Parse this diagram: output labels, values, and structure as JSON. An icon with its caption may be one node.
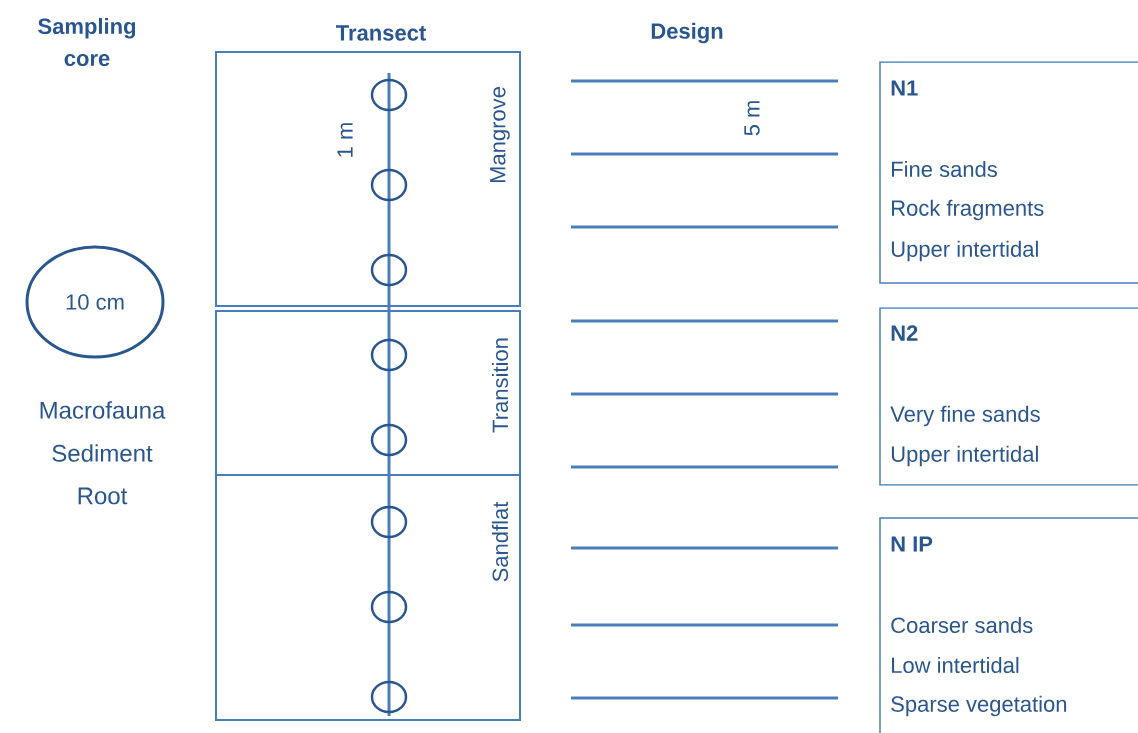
{
  "diagram": {
    "nodes": [
      {
        "text": [
          "Mangrove"
        ]
      },
      {
        "text": [
          "Transition"
        ]
      },
      {
        "text": [
          "Sandflat"
        ]
      },
      {
        "text": [
          "10 cm"
        ]
      },
      {
        "text": [
          "N1",
          "Fine sands",
          "Rock fragments",
          "Upper intertidal"
        ]
      },
      {
        "text": [
          "N2",
          "Very fine sands",
          "Upper intertidal"
        ]
      },
      {
        "text": [
          "N IP",
          "Coarser sands",
          "Low intertidal",
          "Sparse vegetation"
        ]
      }
    ],
    "labels": [
      "Sampling core",
      "Transect",
      "Design",
      "1 m",
      "5 m",
      "Macrofauna",
      "Sediment",
      "Root"
    ]
  }
}
